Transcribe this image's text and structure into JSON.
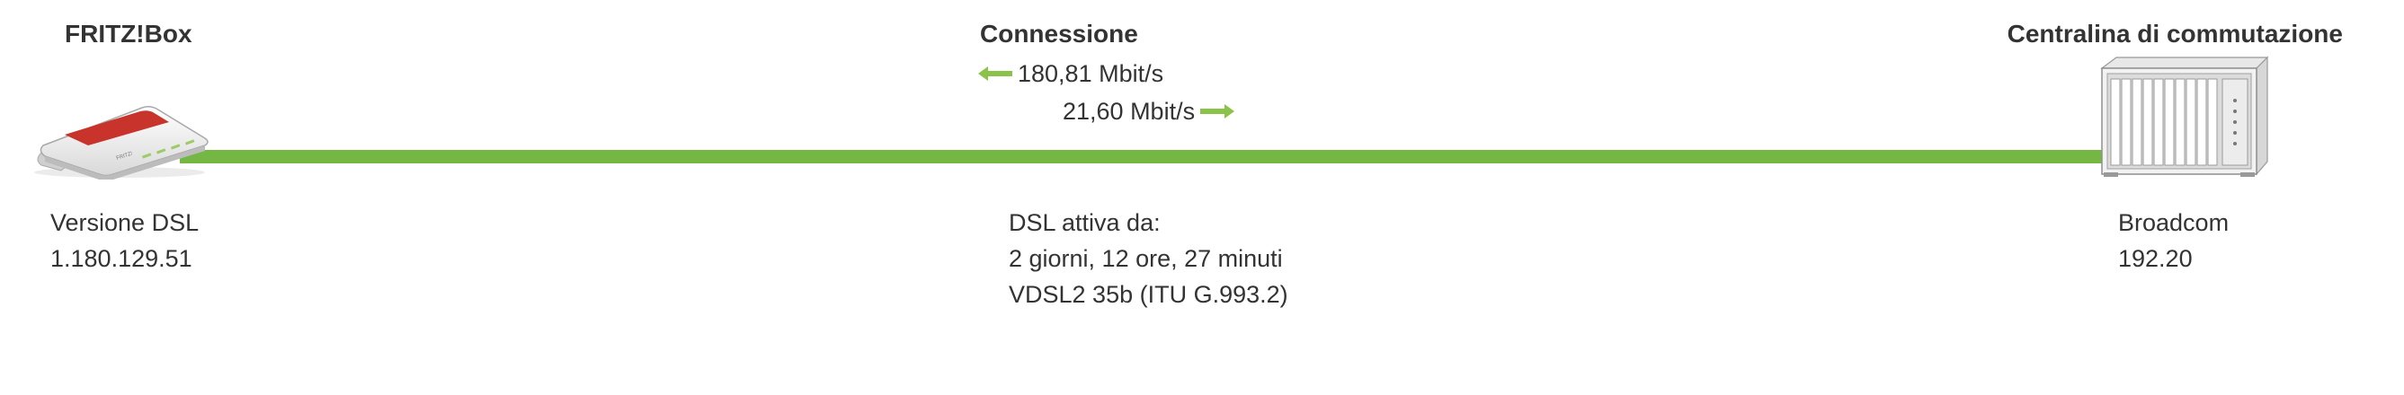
{
  "fritzbox": {
    "title": "FRITZ!Box",
    "dsl_version_label": "Versione DSL",
    "dsl_version_value": "1.180.129.51"
  },
  "connection": {
    "title": "Connessione",
    "downstream": "180,81 Mbit/s",
    "upstream": "21,60 Mbit/s",
    "active_since_label": "DSL attiva da:",
    "active_since_value": "2 giorni, 12 ore, 27 minuti",
    "standard": "VDSL2 35b (ITU G.993.2)",
    "line_color": "#75b743",
    "arrow_color": "#8bc34a"
  },
  "exchange": {
    "title": "Centralina di commutazione",
    "chipset": "Broadcom",
    "version": "192.20"
  },
  "icons": [
    "fritzbox-router-icon",
    "exchange-rack-icon",
    "arrow-left-icon",
    "arrow-right-icon"
  ]
}
